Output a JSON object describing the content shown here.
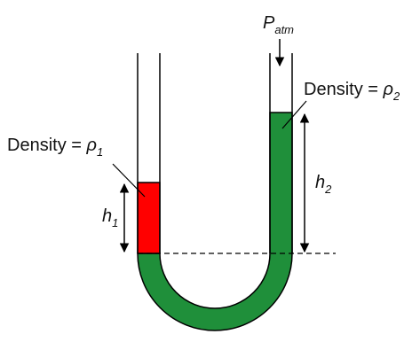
{
  "labels": {
    "atm_pressure": {
      "main": "P",
      "sub": "atm"
    },
    "density_left": {
      "prefix": "Density = ",
      "symbol": "ρ",
      "sub": "1"
    },
    "density_right": {
      "prefix": "Density = ",
      "symbol": "ρ",
      "sub": "2"
    },
    "height_left": {
      "main": "h",
      "sub": "1"
    },
    "height_right": {
      "main": "h",
      "sub": "2"
    }
  },
  "colors": {
    "fluid_left": "#ff0000",
    "fluid_right": "#1f8f3a",
    "tube_outline": "#000000",
    "background": "#ffffff"
  }
}
